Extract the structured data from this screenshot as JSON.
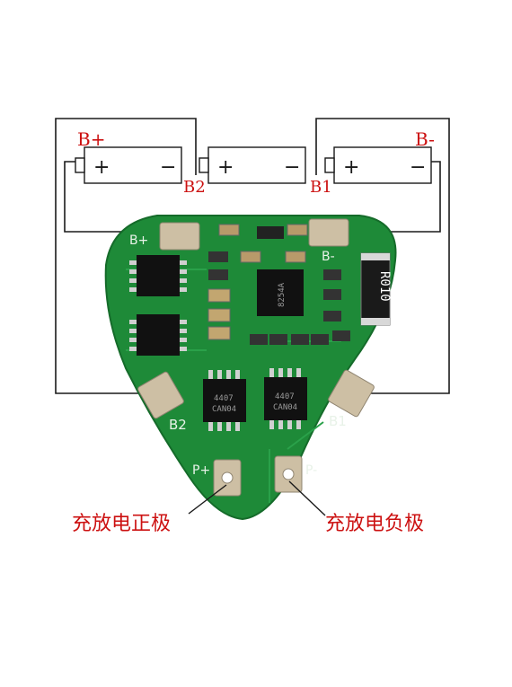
{
  "terminals": {
    "b_plus": "B+",
    "b_minus": "B-",
    "b2": "B2",
    "b1": "B1"
  },
  "cell_signs": {
    "plus": "+",
    "minus": "−"
  },
  "pcb_pads": {
    "b_plus": "B+",
    "b_minus": "B-",
    "b2": "B2",
    "b1": "B1",
    "p_plus": "P+",
    "p_minus": "P-"
  },
  "components": {
    "sense_resistor": "R010",
    "ic_center": "8254A",
    "mosfet_code": "4407",
    "mosfet_code_2": "CAN04"
  },
  "captions": {
    "positive": "充放电正极",
    "negative": "充放电负极"
  },
  "colors": {
    "pcb": "#1e8a38",
    "wire": "#1a1a1a",
    "label": "#cc1111",
    "pad": "#cdbfa4"
  }
}
